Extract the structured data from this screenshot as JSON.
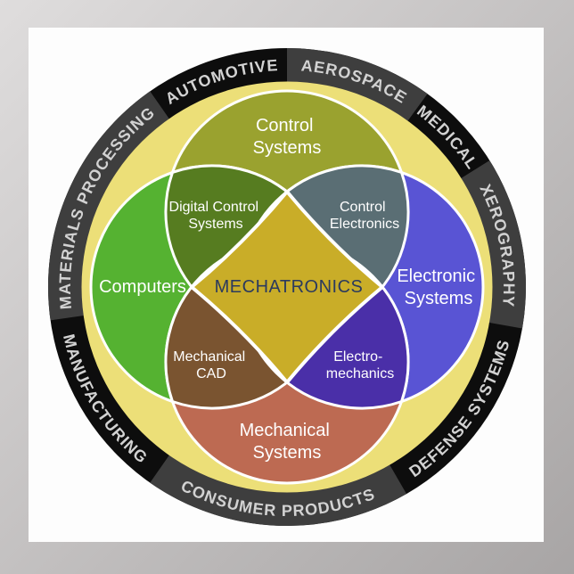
{
  "poster": {
    "frame_top_color": "#dfdddd",
    "frame_bottom_color": "#a8a5a5",
    "paper_color": "#fdfdfd"
  },
  "ring": {
    "base_color": "#0d0d0d",
    "alt_segment_color": "#3e3e3e",
    "label_color": "#d2d2d2",
    "labels": {
      "automotive": "AUTOMOTIVE",
      "aerospace": "AEROSPACE",
      "medical": "MEDICAL",
      "xerography": "XEROGRAPHY",
      "defense_systems": "DEFENSE SYSTEMS",
      "consumer_products": "CONSUMER PRODUCTS",
      "manufacturing": "MANUFACTURING",
      "materials_processing": "MATERIALS PROCESSING"
    }
  },
  "venn": {
    "inner_disc_color": "#ecdf78",
    "separator_color": "#ffffff",
    "label_color": "#ffffff",
    "center": {
      "label": "MECHATRONICS",
      "fill": "#c9ad28",
      "text_color": "#2b3a5e"
    },
    "circles": {
      "control_systems": {
        "line1": "Control",
        "line2": "Systems",
        "fill": "#9aa22f"
      },
      "computers": {
        "label": "Computers",
        "fill": "#55b231"
      },
      "electronic_systems": {
        "line1": "Electronic",
        "line2": "Systems",
        "fill": "#5954d4"
      },
      "mechanical_systems": {
        "line1": "Mechanical",
        "line2": "Systems",
        "fill": "#bd6a52"
      }
    },
    "overlaps": {
      "digital_control_systems": {
        "line1": "Digital Control",
        "line2": "Systems",
        "fill": "#567c20"
      },
      "control_electronics": {
        "line1": "Control",
        "line2": "Electronics",
        "fill": "#5a6e74"
      },
      "mechanical_cad": {
        "line1": "Mechanical",
        "line2": "CAD",
        "fill": "#7a5430"
      },
      "electro_mechanics": {
        "line1": "Electro-",
        "line2": "mechanics",
        "fill": "#4a2fa8"
      }
    }
  }
}
